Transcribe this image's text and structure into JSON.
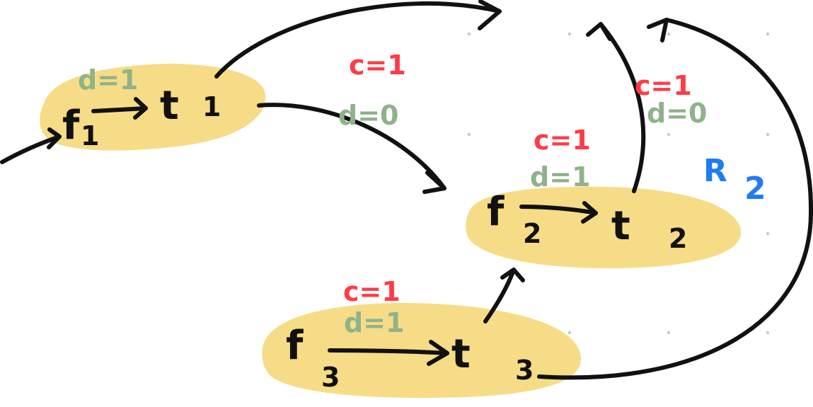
{
  "colors": {
    "blob": "#f6dc86",
    "ink": "#111111",
    "c_label": "#ff3b45",
    "d_label": "#8fb28a",
    "region_label": "#1f7cf2",
    "grid_dot": "#c8c8c8"
  },
  "nodes": [
    {
      "id": "node1",
      "left": "f",
      "left_sub": "1",
      "right": "t",
      "right_sub": "1",
      "top_d": "d=1"
    },
    {
      "id": "node2",
      "left": "f",
      "left_sub": "2",
      "right": "t",
      "right_sub": "2"
    },
    {
      "id": "node3",
      "left": "f",
      "left_sub": "3",
      "right": "t",
      "right_sub": "3"
    }
  ],
  "edge_labels": {
    "top_c": "c=1",
    "top_d": "d=0",
    "mid_c": "c=1",
    "mid_d": "d=1",
    "right_c": "c=1",
    "right_d": "d=0",
    "bottom_c": "c=1",
    "bottom_d": "d=1"
  },
  "region": {
    "label": "R",
    "sub": "2"
  }
}
